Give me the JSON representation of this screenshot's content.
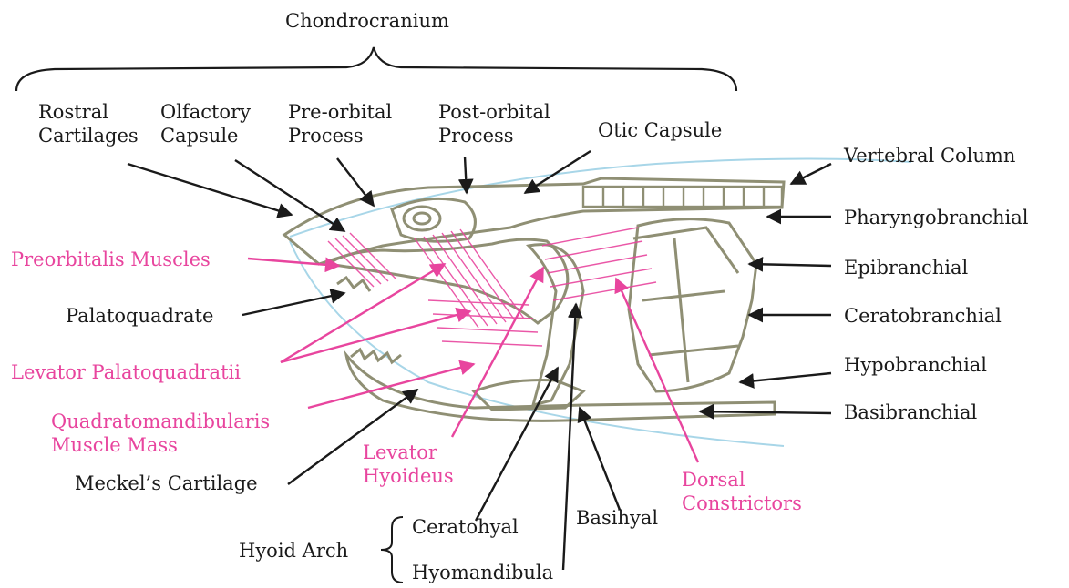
{
  "title": "Chondrocranium",
  "colors": {
    "black": "#1a1a1a",
    "pink": "#e8459e",
    "cartilage": "#8f8f74",
    "outline_blue": "#a8d6e8"
  },
  "labels": {
    "rostral_cartilages": "Rostral\nCartilages",
    "olfactory_capsule": "Olfactory\nCapsule",
    "pre_orbital_process": "Pre-orbital\nProcess",
    "post_orbital_process": "Post-orbital\nProcess",
    "otic_capsule": "Otic Capsule",
    "vertebral_column": "Vertebral Column",
    "pharyngobranchial": "Pharyngobranchial",
    "epibranchial": "Epibranchial",
    "ceratobranchial": "Ceratobranchial",
    "hypobranchial": "Hypobranchial",
    "basibranchial": "Basibranchial",
    "preorbitalis_muscles": "Preorbitalis Muscles",
    "palatoquadrate": "Palatoquadrate",
    "levator_palatoquadratii": "Levator Palatoquadratii",
    "quadratomandibularis": "Quadratomandibularis\nMuscle Mass",
    "meckels_cartilage": "Meckel’s Cartilage",
    "levator_hyoideus": "Levator\nHyoideus",
    "dorsal_constrictors": "Dorsal\nConstrictors",
    "hyoid_arch": "Hyoid Arch",
    "ceratohyal": "Ceratohyal",
    "hyomandibula": "Hyomandibula",
    "basihyal": "Basihyal"
  }
}
